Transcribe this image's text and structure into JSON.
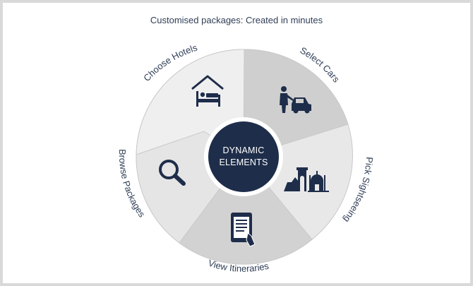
{
  "title": "Customised packages: Created in minutes",
  "center": {
    "line1": "DYNAMIC",
    "line2": "ELEMENTS"
  },
  "segments": [
    {
      "label": "Choose Hotels",
      "icon": "hotel-bed-icon"
    },
    {
      "label": "Select Cars",
      "icon": "car-driver-icon"
    },
    {
      "label": "Pick Sightseeing",
      "icon": "monuments-icon"
    },
    {
      "label": "View Itineraries",
      "icon": "tablet-document-icon"
    },
    {
      "label": "Browse Packages",
      "icon": "magnifier-icon"
    }
  ],
  "colors": {
    "navy": "#1e2d4a",
    "seg_light": "#efefef",
    "seg_mid": "#e2e2e2",
    "seg_dark": "#cfcfcf",
    "text": "#2f3e56"
  }
}
